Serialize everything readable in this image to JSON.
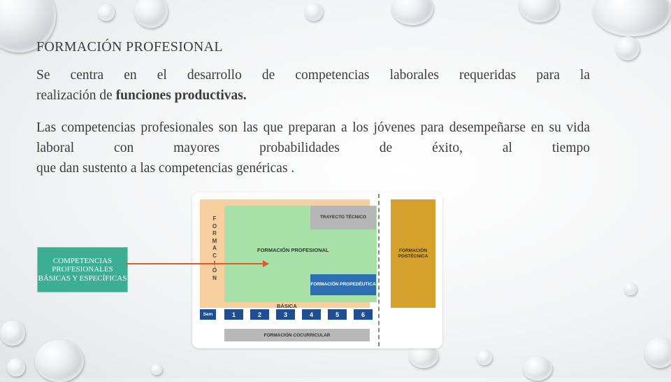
{
  "slide": {
    "heading": "FORMACIÓN PROFESIONAL",
    "paragraph1": {
      "line1": "Se centra en el desarrollo de competencias laborales requeridas para la",
      "line2_start": "realización de ",
      "line2_bold": "funciones productivas."
    },
    "paragraph2": {
      "line1": "Las competencias profesionales son las que preparan a los jóvenes para",
      "line2": "desempeñarse en su vida laboral con mayores probabilidades de éxito, al tiempo",
      "line3": "que dan sustento a las competencias genéricas ."
    },
    "callout": {
      "label": "COMPETENCIAS PROFESIONALES BÁSICAS Y ESPECÍFICAS",
      "fill_color": "#3caf93",
      "arrow_color": "#e05a2b"
    },
    "diagram": {
      "vertical_letters": [
        "F",
        "O",
        "R",
        "M",
        "A",
        "C",
        "I",
        "Ó",
        "N"
      ],
      "trayecto": "TRAYECTO TÉCNICO",
      "formacion_profesional": "FORMACIÓN PROFESIONAL",
      "propedeutica": "FORMACIÓN PROPEDÉUTICA",
      "basica": "BÁSICA",
      "postecnica": "FORMACIÓN POSTÉCNICA",
      "sem_label": "Sem",
      "semesters": [
        "1",
        "2",
        "3",
        "4",
        "5",
        "6"
      ],
      "cocurricular": "FORMACIÓN COCURRICULAR",
      "colors": {
        "frame": "#f7cf9e",
        "profesional": "#a8e2a8",
        "trayecto": "#b7b7b7",
        "propedeutica": "#2e6fb4",
        "postecnica": "#d5a12a",
        "semester": "#1f4f91",
        "cocurricular": "#b9b9b9"
      }
    }
  }
}
